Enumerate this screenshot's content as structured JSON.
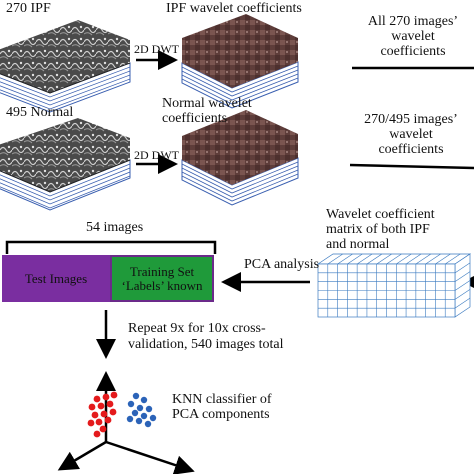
{
  "ipf_stack": {
    "label": "270 IPF"
  },
  "normal_stack": {
    "label": "495 Normal"
  },
  "dwt_label_top": "2D DWT",
  "dwt_label_bottom": "2D DWT",
  "ipf_wavelet": {
    "label": "IPF wavelet coefficients"
  },
  "normal_wavelet": {
    "label": "Normal wavelet\ncoefficients"
  },
  "all_ipf_text": "All 270 images’\nwavelet\ncoefficients",
  "subset_normal_text": "270/495 images’\nwavelet\ncoefficients",
  "matrix_text": "Wavelet coefficient\nmatrix of both IPF\nand normal",
  "pca_text": "PCA analysis",
  "images_count": "54 images",
  "test_box": {
    "label": "Test Images",
    "color": "#7a2ea0"
  },
  "training_box": {
    "label": "Training Set\n‘Labels’ known",
    "color": "#1f9a3a"
  },
  "repeat_text": "Repeat 9x for 10x cross-\nvalidation, 540 images total",
  "knn_text": "KNN classifier of\nPCA components",
  "colors": {
    "stack_edge": "#3a5fb0",
    "ipf_points": "#e41a1c",
    "normal_points": "#2b63b8"
  }
}
